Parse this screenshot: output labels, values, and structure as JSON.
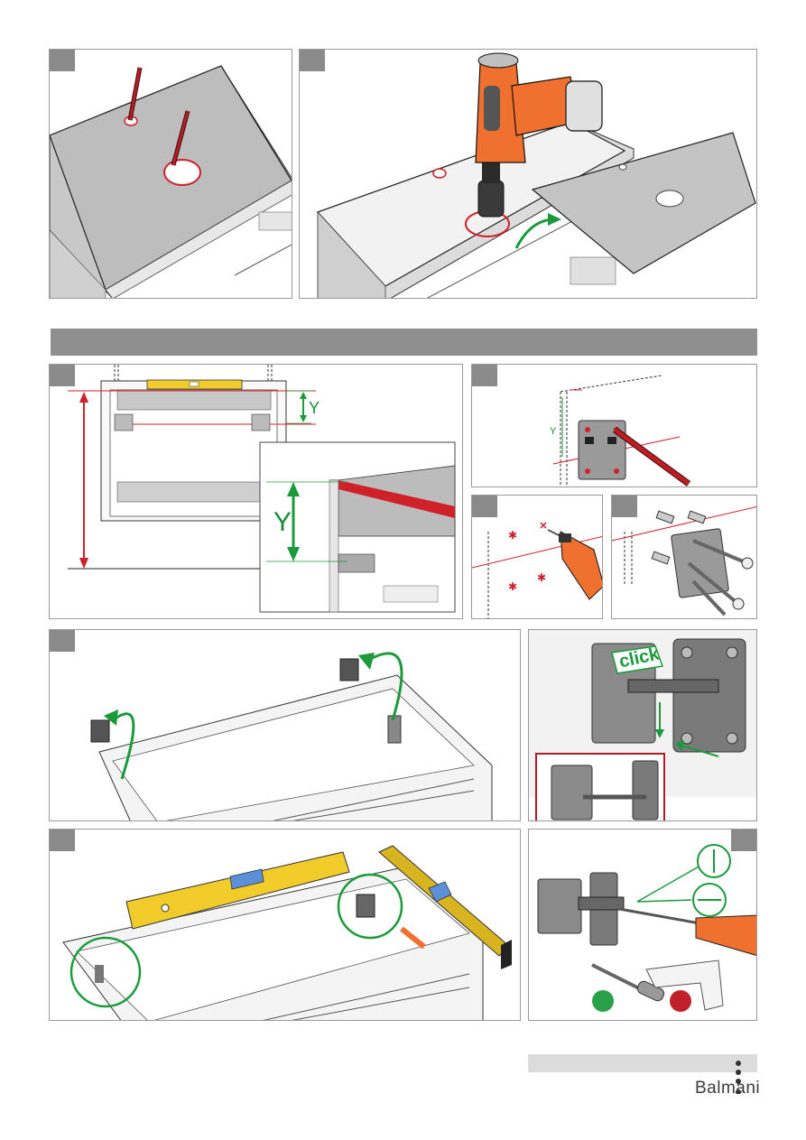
{
  "labels": {
    "y_small": "Y",
    "y_big": "Y",
    "y_tiny": "Y",
    "click": "click"
  },
  "brand": {
    "name": "Balmani"
  },
  "colors": {
    "accent_red": "#d0202a",
    "green": "#1a9a3a",
    "drill": "#f07030",
    "level": "#f2cc2a",
    "band": "#8f8f8f"
  }
}
